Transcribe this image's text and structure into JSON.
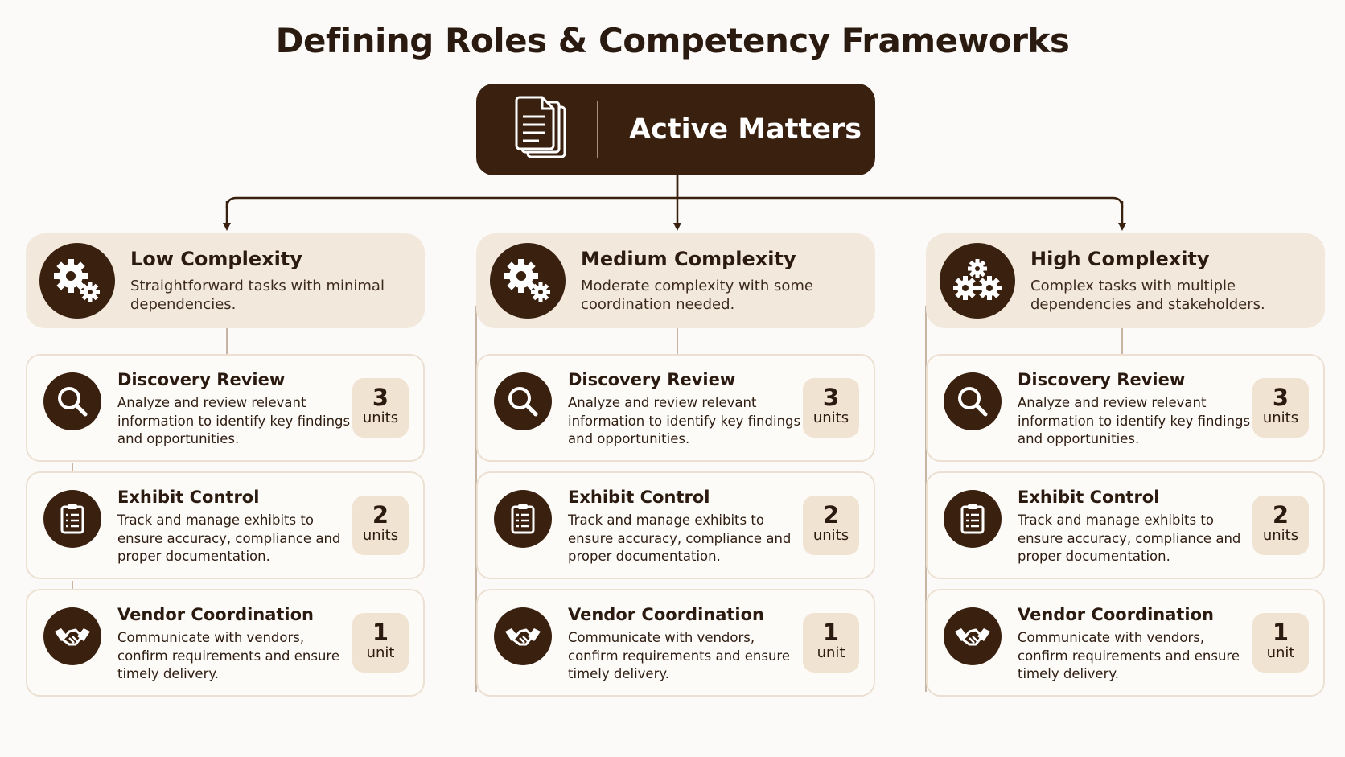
{
  "title": "Defining Roles & Competency Frameworks",
  "root": {
    "label": "Active Matters",
    "icon": "documents-icon"
  },
  "colors": {
    "dark_brown": "#3a200f",
    "header_bg": "#f2e8dc",
    "badge_bg": "#f1e3d2",
    "card_border": "#ece0d2",
    "page_bg": "#fbfaf8"
  },
  "columns": [
    {
      "title": "Low Complexity",
      "description": "Straightforward tasks with minimal dependencies.",
      "icon": "gears-icon",
      "tasks": [
        {
          "title": "Discovery Review",
          "description": "Analyze and review relevant information to identify key findings and opportunities.",
          "count": "3",
          "unit": "units",
          "icon": "magnifier-icon"
        },
        {
          "title": "Exhibit Control",
          "description": "Track and manage exhibits to ensure accuracy, compliance and proper documentation.",
          "count": "2",
          "unit": "units",
          "icon": "clipboard-icon"
        },
        {
          "title": "Vendor Coordination",
          "description": "Communicate with vendors, confirm requirements and ensure timely delivery.",
          "count": "1",
          "unit": "unit",
          "icon": "handshake-icon"
        }
      ]
    },
    {
      "title": "Medium Complexity",
      "description": "Moderate complexity with some coordination needed.",
      "icon": "gears-icon",
      "tasks": [
        {
          "title": "Discovery Review",
          "description": "Analyze and review relevant information to identify key findings and opportunities.",
          "count": "3",
          "unit": "units",
          "icon": "magnifier-icon"
        },
        {
          "title": "Exhibit Control",
          "description": "Track and manage exhibits to ensure accuracy, compliance and proper documentation.",
          "count": "2",
          "unit": "units",
          "icon": "clipboard-icon"
        },
        {
          "title": "Vendor Coordination",
          "description": "Communicate with vendors, confirm requirements and ensure timely delivery.",
          "count": "1",
          "unit": "unit",
          "icon": "handshake-icon"
        }
      ]
    },
    {
      "title": "High Complexity",
      "description": "Complex tasks with multiple dependencies and stakeholders.",
      "icon": "gears-cluster-icon",
      "tasks": [
        {
          "title": "Discovery Review",
          "description": "Analyze and review relevant information to identify key findings and opportunities.",
          "count": "3",
          "unit": "units",
          "icon": "magnifier-icon"
        },
        {
          "title": "Exhibit Control",
          "description": "Track and manage exhibits to ensure accuracy, compliance and proper documentation.",
          "count": "2",
          "unit": "units",
          "icon": "clipboard-icon"
        },
        {
          "title": "Vendor Coordination",
          "description": "Communicate with vendors, confirm requirements and ensure timely delivery.",
          "count": "1",
          "unit": "unit",
          "icon": "handshake-icon"
        }
      ]
    }
  ]
}
